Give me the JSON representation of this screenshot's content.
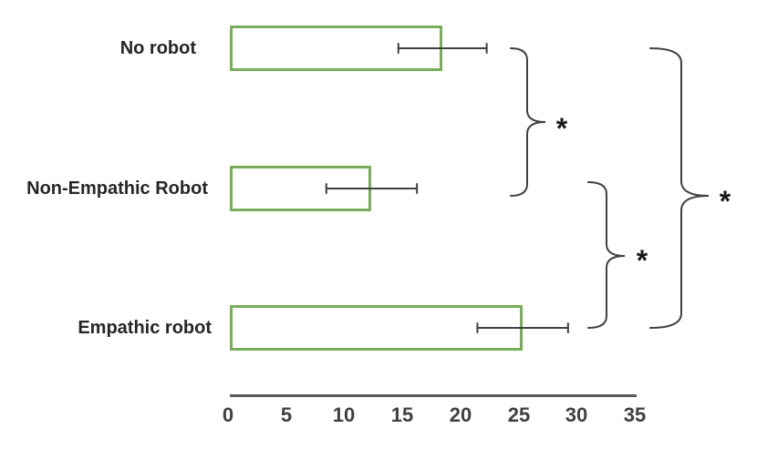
{
  "chart_data": {
    "type": "bar",
    "orientation": "horizontal",
    "title": "",
    "categories": [
      "No robot",
      "Non-Empathic Robot",
      "Empathic robot"
    ],
    "values": [
      18.3,
      12.2,
      25.2
    ],
    "error_bars": [
      3.8,
      3.9,
      3.9
    ],
    "xlabel": "",
    "ylabel": "",
    "xlim": [
      0,
      35
    ],
    "x_ticks": [
      0,
      5,
      10,
      15,
      20,
      25,
      30,
      35
    ],
    "grid": false,
    "legend": false,
    "significance_brackets": [
      {
        "from": "No robot",
        "to": "Non-Empathic Robot",
        "label": "*"
      },
      {
        "from": "Non-Empathic Robot",
        "to": "Empathic robot",
        "label": "*"
      },
      {
        "from": "No robot",
        "to": "Empathic robot",
        "label": "*"
      }
    ],
    "colors": {
      "bar_fill": "#ffffff",
      "bar_border": "#74B152",
      "error_bar": "#404040",
      "brace": "#404040",
      "axis_line": "#595959",
      "category_text": "#262626",
      "tick_text": "#404040",
      "asterisk": "#1a1a1a",
      "background": "#ffffff"
    }
  }
}
